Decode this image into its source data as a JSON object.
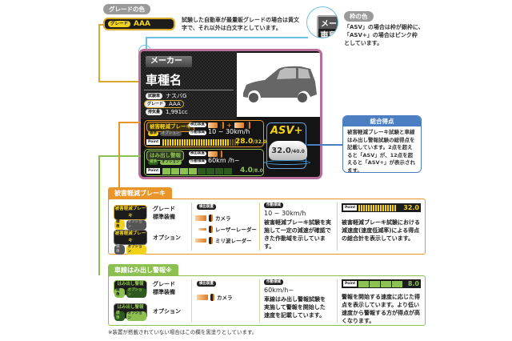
{
  "grade_color": {
    "title": "グレードの色",
    "sample_badge": "グレード",
    "sample_value": "AAA",
    "description": "試験した自動車が最量販グレードの場合は黄文字で、それ以外は白文字としています。"
  },
  "frame_color": {
    "title": "枠の色",
    "description_line1": "「ASV」の場合は枠が銀枠に、",
    "description_line2": "「ASV+」の場合はピンク枠",
    "description_line3": "としています。",
    "zoom_maker": "メー",
    "zoom_model": "車種"
  },
  "card": {
    "maker": "メーカー",
    "model": "車種名",
    "specs": [
      {
        "label": "試験車",
        "value": "ナスバG"
      },
      {
        "label": "グレード",
        "value": "AAA"
      },
      {
        "label": "排気量",
        "value": "1,991cc"
      }
    ],
    "brake": {
      "name": "被害軽減ブレーキ",
      "standard": "標準",
      "option": "オプション",
      "device_label": "検出装置",
      "range_label": "作動領域",
      "plus": "+",
      "range": "10 ~ 30km/h",
      "point_label": "Point",
      "score": "28.0",
      "max": "/32.0",
      "score_value": 28.0,
      "score_max": 32.0
    },
    "lane": {
      "name": "はみ出し警報",
      "standard": "標準",
      "option": "オプション",
      "device_label": "検出装置",
      "range_label": "作動領域",
      "range": "60km /h~",
      "point_label": "Point",
      "score": "4.0",
      "max": "/8.0",
      "score_value": 4.0,
      "score_max": 8.0
    },
    "asv": {
      "logo": "ASV+",
      "total": "32.0",
      "total_max": "/40.0"
    }
  },
  "total_score": {
    "title": "総合得点",
    "description": "被害軽減ブレーキ試験と車線はみ出し警報試験の総得点を記載しています。2点を超えると「ASV」が、12点を超えると「ASV+」が表示されます。"
  },
  "brake_panel": {
    "tab": "被害軽減ブレーキ",
    "sample_name": "被害軽減ブレーキ",
    "standard": "標準",
    "option": "オプション",
    "standard_desc_line1": "グレード",
    "standard_desc_line2": "標準装備",
    "option_desc": "オプション",
    "device_label": "検出装置",
    "devices": [
      "カメラ",
      "レーザーレーダー",
      "ミリ波レーダー"
    ],
    "range_label": "作動領域",
    "range": "10 ~ 30km/h",
    "range_desc": "被害軽減ブレーキ試験を実施して一定の減速が確認できた作動域を示しています。",
    "point_label": "Point",
    "score": "32.0",
    "score_desc": "被害軽減ブレーキ試験における減速度(速度低減率)による得点の総合計を表示しています。"
  },
  "lane_panel": {
    "tab": "車線はみ出し警報※",
    "sample_name": "はみ出し警報",
    "standard": "標準",
    "option": "オプション",
    "standard_desc_line1": "グレード",
    "standard_desc_line2": "標準装備",
    "option_desc": "オプション",
    "device_label": "検出装置",
    "devices": [
      "カメラ"
    ],
    "range_label": "作動領域",
    "range": "60km/h~",
    "range_desc": "車線はみ出し警報試験を実施して警報を開始した速度を記載しています。",
    "point_label": "Point",
    "score": "8.0",
    "score_desc": "警報を開始する速度に応じた得点を表示しています。より低い速度から警報する方が得点が高くなります。"
  },
  "footnote": "※装置が搭載されていない場合はこの欄を黒塗りとしています。",
  "colors": {
    "brake": "#e8962a",
    "lane": "#8cc152",
    "total": "#4c7fc2",
    "frame_pink": "#b76f9a",
    "grade_yellow": "#f2d21b"
  }
}
